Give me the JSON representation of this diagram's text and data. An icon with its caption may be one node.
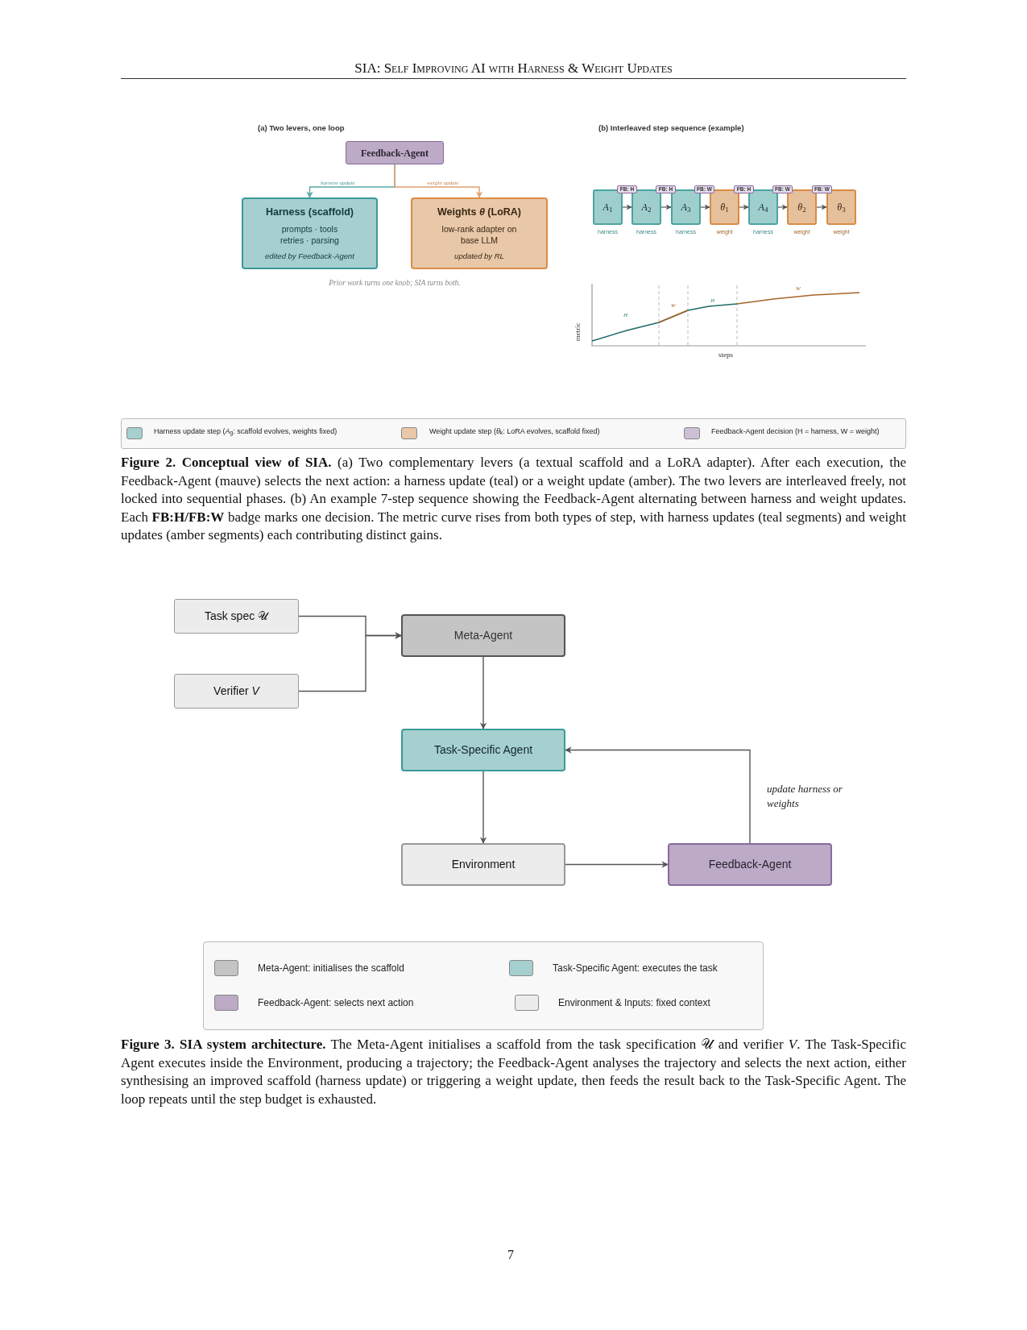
{
  "diagram": {
    "title": "SIA: Self Improving AI with Harness & Weight Updates",
    "nodes": [
      {
        "text": [
          "Feedback-Agent"
        ]
      },
      {
        "text": [
          "Harness (scaffold)",
          "prompts · tools retries · parsing",
          "edited by Feedback-Agent"
        ]
      },
      {
        "text": [
          "Weights *θ* (LoRA)",
          "low-rank adapter on base LLM",
          "updated by RL"
        ]
      },
      {
        "text": [
          "*A*$_{1}$"
        ],
        "beside": [
          "harness"
        ]
      },
      {
        "text": [
          "*A*$_{2}$"
        ],
        "beside": [
          "harness"
        ]
      },
      {
        "text": [
          "*A*$_{3}$"
        ],
        "beside": [
          "harness"
        ]
      },
      {
        "text": [
          "*θ*$_{1}$"
        ],
        "beside": [
          "weight"
        ]
      },
      {
        "text": [
          "*A*$_{4}$"
        ],
        "beside": [
          "harness"
        ]
      },
      {
        "text": [
          "*θ*$_{2}$"
        ],
        "beside": [
          "weight"
        ]
      },
      {
        "text": [
          "*θ*$_{3}$"
        ],
        "beside": [
          "weight"
        ]
      },
      {
        "text": [
          "FB: H"
        ]
      },
      {
        "text": [
          "FB: H"
        ]
      },
      {
        "text": [
          "FB: W"
        ]
      },
      {
        "text": [
          "FB: H"
        ]
      },
      {
        "text": [
          "FB: W"
        ]
      },
      {
        "text": [
          "FB: W"
        ]
      },
      {
        "text": [
          "Task spec 𝒰"
        ]
      },
      {
        "text": [
          "Verifier *V*"
        ]
      },
      {
        "text": [
          "Meta-Agent"
        ]
      },
      {
        "text": [
          "Task-Specific Agent"
        ]
      },
      {
        "text": [
          "Environment"
        ]
      },
      {
        "text": [
          "Feedback-Agent"
        ]
      }
    ],
    "edges": [
      {
        "from": 0,
        "to": 1,
        "arrow": "to",
        "label": "harness update",
        "color": "#5aa8a6"
      },
      {
        "from": 0,
        "to": 2,
        "arrow": "to",
        "label": "weight update",
        "color": "#e0a070"
      },
      {
        "from": 3,
        "to": 4,
        "arrow": "to"
      },
      {
        "from": 4,
        "to": 5,
        "arrow": "to"
      },
      {
        "from": 5,
        "to": 6,
        "arrow": "to"
      },
      {
        "from": 6,
        "to": 7,
        "arrow": "to"
      },
      {
        "from": 7,
        "to": 8,
        "arrow": "to"
      },
      {
        "from": 8,
        "to": 9,
        "arrow": "to"
      },
      {
        "from": 16,
        "to": 18,
        "arrow": "to"
      },
      {
        "from": 17,
        "to": 18,
        "arrow": "to"
      },
      {
        "from": 18,
        "to": 19,
        "arrow": "to"
      },
      {
        "from": 19,
        "to": 20,
        "arrow": "to"
      },
      {
        "from": 20,
        "to": 21,
        "arrow": "to"
      },
      {
        "from": 21,
        "to": 19,
        "arrow": "to",
        "label": "update harness or weights"
      }
    ],
    "labels": [
      "(a) Two levers, one loop",
      "Prior work turns one knob; SIA turns both.",
      "(b) Interleaved step sequence (example)",
      "H",
      "W",
      "H",
      "W",
      "metric",
      "steps",
      "**Figure 2. Conceptual view of SIA.** (a) Two complementary levers (a textual scaffold and a LoRA adapter). After each execution, the Feedback-Agent (mauve) selects the next action: a harness update (teal) or a weight update (amber). The two levers are interleaved freely, not locked into sequential phases. (b) An example 7-step sequence showing the Feedback-Agent alternating between harness and weight updates. Each **FB:H/FB:W** badge marks one decision. The metric curve rises from both types of step, with harness updates (teal segments) and weight updates (amber segments) each contributing distinct gains.",
      "**Figure 3. SIA system architecture.** The Meta-Agent initialises a scaffold from the task specification 𝒰 and verifier *V*. The Task-Specific Agent executes inside the Environment, producing a trajectory; the Feedback-Agent analyses the trajectory and selects the next action, either synthesising an improved scaffold (harness update) or triggering a weight update, then feeds the result back to the Task-Specific Agent. The loop repeats until the step budget is exhausted.",
      "7"
    ],
    "legend": [
      {
        "text": "Harness update step (*A*$_{g}$: scaffold evolves, weights fixed)",
        "color": "#a5d0cf"
      },
      {
        "text": "Weight update step (*θ*$_{k}$: LoRA evolves, scaffold fixed)",
        "color": "#e8c8a8"
      },
      {
        "text": "Feedback-Agent decision (H = harness, W = weight)",
        "color": "#cdbfd6"
      },
      {
        "text": "Meta-Agent: initialises the scaffold",
        "color": "#c4c4c4"
      },
      {
        "text": "Task-Specific Agent: executes the task",
        "color": "#a5d0cf"
      },
      {
        "text": "Feedback-Agent: selects next action",
        "color": "#bcaac6"
      },
      {
        "text": "Environment & Inputs: fixed context",
        "color": "#ececec"
      }
    ]
  }
}
